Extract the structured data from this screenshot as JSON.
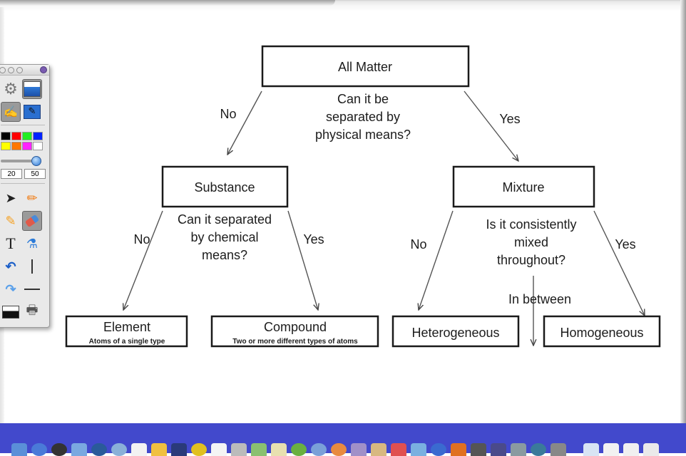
{
  "diagram": {
    "title": "Classification of Matter",
    "nodes": {
      "root": {
        "label": "All Matter",
        "question": [
          "Can it be",
          "separated by",
          "physical means?"
        ]
      },
      "substance": {
        "label": "Substance",
        "question": [
          "Can it separated",
          "by chemical",
          "means?"
        ]
      },
      "mixture": {
        "label": "Mixture",
        "question": [
          "Is it consistently",
          "mixed",
          "throughout?"
        ]
      },
      "element": {
        "label": "Element",
        "sublabel": "Atoms of a single type"
      },
      "compound": {
        "label": "Compound",
        "sublabel": "Two or more different types of atoms"
      },
      "heterogeneous": {
        "label": "Heterogeneous"
      },
      "homogeneous": {
        "label": "Homogeneous"
      }
    },
    "edges": {
      "root_no": "No",
      "root_yes": "Yes",
      "substance_no": "No",
      "substance_yes": "Yes",
      "mixture_no": "No",
      "mixture_yes": "Yes",
      "mixture_between": "In between"
    }
  },
  "palette": {
    "tools": [
      "settings-gear",
      "file-background",
      "pen-screen",
      "pen-style",
      "pointer",
      "pencil",
      "highlighter",
      "eraser",
      "text",
      "spray-fill",
      "undo",
      "vertical-line",
      "redo",
      "horizontal-line",
      "screen-shade",
      "print"
    ],
    "selected_tool": "eraser",
    "colors": [
      "#000000",
      "#ff0000",
      "#22ee22",
      "#0022ff",
      "#ffff00",
      "#ff7700",
      "#ff22ff",
      "#ffffff"
    ],
    "line_width": "20",
    "opacity": "50",
    "slider_value_fraction": 0.85
  },
  "dock": {
    "background": "#4249cc",
    "icons": [
      "finder",
      "app-store",
      "dvd-player",
      "preview",
      "sync",
      "safari",
      "textedit",
      "pages",
      "egp-pen",
      "omnigraffle",
      "notes",
      "calculator",
      "numbers",
      "photo-booth",
      "stickies",
      "rss",
      "quicksilver",
      "contacts",
      "calendar",
      "iphoto",
      "itunes",
      "photo",
      "imovie",
      "graphing",
      "dashboard",
      "time-machine",
      "system-preferences",
      "downloads",
      "documents",
      "applications",
      "trash"
    ]
  }
}
